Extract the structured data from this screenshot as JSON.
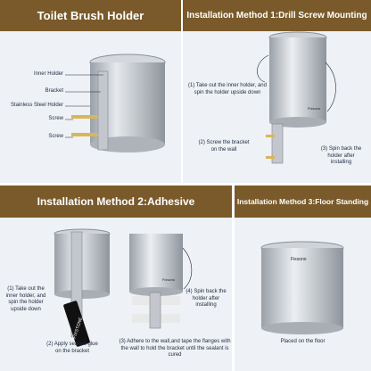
{
  "panels": {
    "holder": {
      "title": "Toilet Brush Holder",
      "labels": [
        "Inner Holder",
        "Bracket",
        "Stainless Steel Holder",
        "Screw",
        "Screw"
      ]
    },
    "method1": {
      "title": "Installation Method 1:Drill Screw Mounting",
      "step1": "(1) Take out the inner holder, and spin the holder upside down",
      "step2": "(2) Screw the bracket on the wall",
      "step3": "(3) Spin back the holder after installing"
    },
    "method2": {
      "title": "Installation Method 2:Adhesive",
      "step1": "(1) Take out the inner holder, and spin the holder upside down",
      "step2": "(2) Apply sealant glue on the bracket",
      "step3": "(3) Adhere to the wall,and tape the flanges with the wall to hold the bracket until the sealant is cured",
      "step4": "(4) Spin back the holder after installing",
      "tube_text": "FIXSTONE"
    },
    "method3": {
      "title": "Installation Method 3:Floor Standing",
      "caption": "Placed on the floor"
    }
  },
  "brand": "Fixsono",
  "colors": {
    "bar": "#7a5a2a",
    "panel_bg": "#eef1f5",
    "steel": "#c9cdd3",
    "screw": "#d8b65a",
    "label": "#1f2a44"
  }
}
